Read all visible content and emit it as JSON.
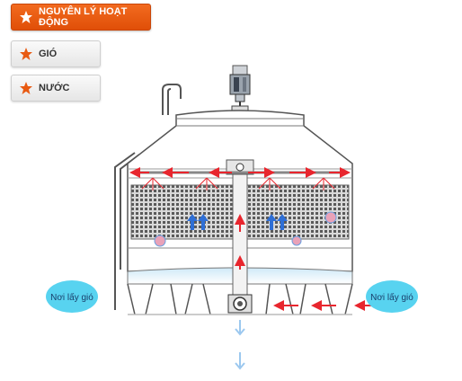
{
  "menu": {
    "main_label": "NGUYÊN LÝ HOẠT ĐỘNG",
    "items": [
      {
        "label": "GIÓ"
      },
      {
        "label": "NƯỚC"
      }
    ]
  },
  "diagram": {
    "air_inlet_left": "Nơi lấy gió",
    "air_inlet_right": "Nơi lấy gió"
  },
  "colors": {
    "accent": "#e85a12",
    "air_arrow": "#e8262e",
    "water_arrow": "#2f6fd6",
    "inlet_bubble": "#58d3f0"
  },
  "icons": [
    "star-icon",
    "motor-icon",
    "red-arrow-icon",
    "blue-arrow-icon"
  ]
}
